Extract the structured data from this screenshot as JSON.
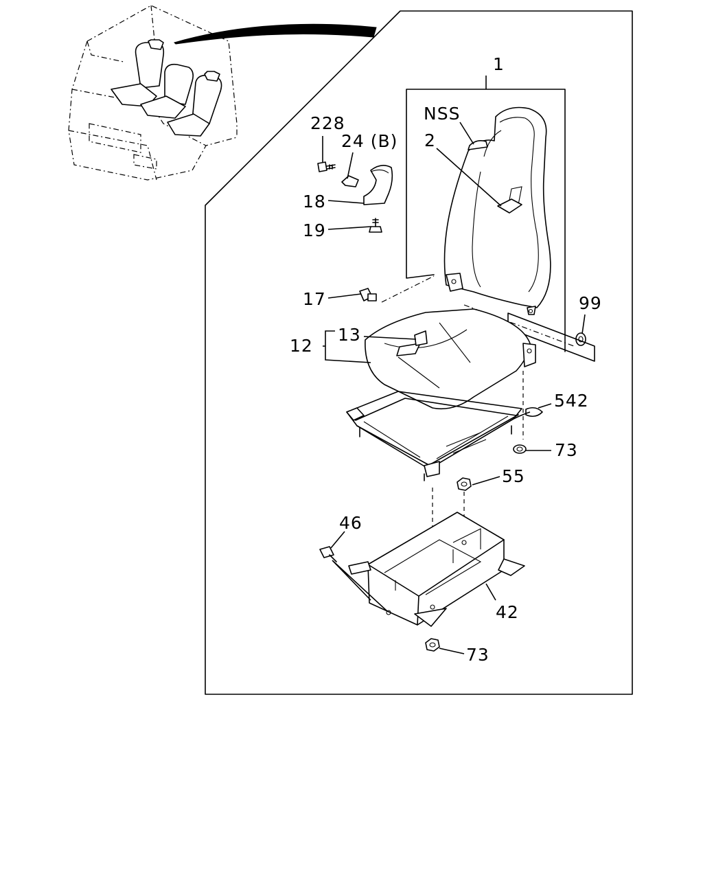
{
  "callouts": {
    "part_1": "1",
    "part_nss": "NSS",
    "part_2": "2",
    "part_228": "228",
    "part_24b": "24 (B)",
    "part_18": "18",
    "part_19": "19",
    "part_17": "17",
    "part_99": "99",
    "part_13": "13",
    "part_12": "12",
    "part_542": "542",
    "part_73_upper": "73",
    "part_55": "55",
    "part_46": "46",
    "part_42": "42",
    "part_73_lower": "73"
  },
  "colors": {
    "ink": "#000000",
    "background": "#ffffff"
  }
}
